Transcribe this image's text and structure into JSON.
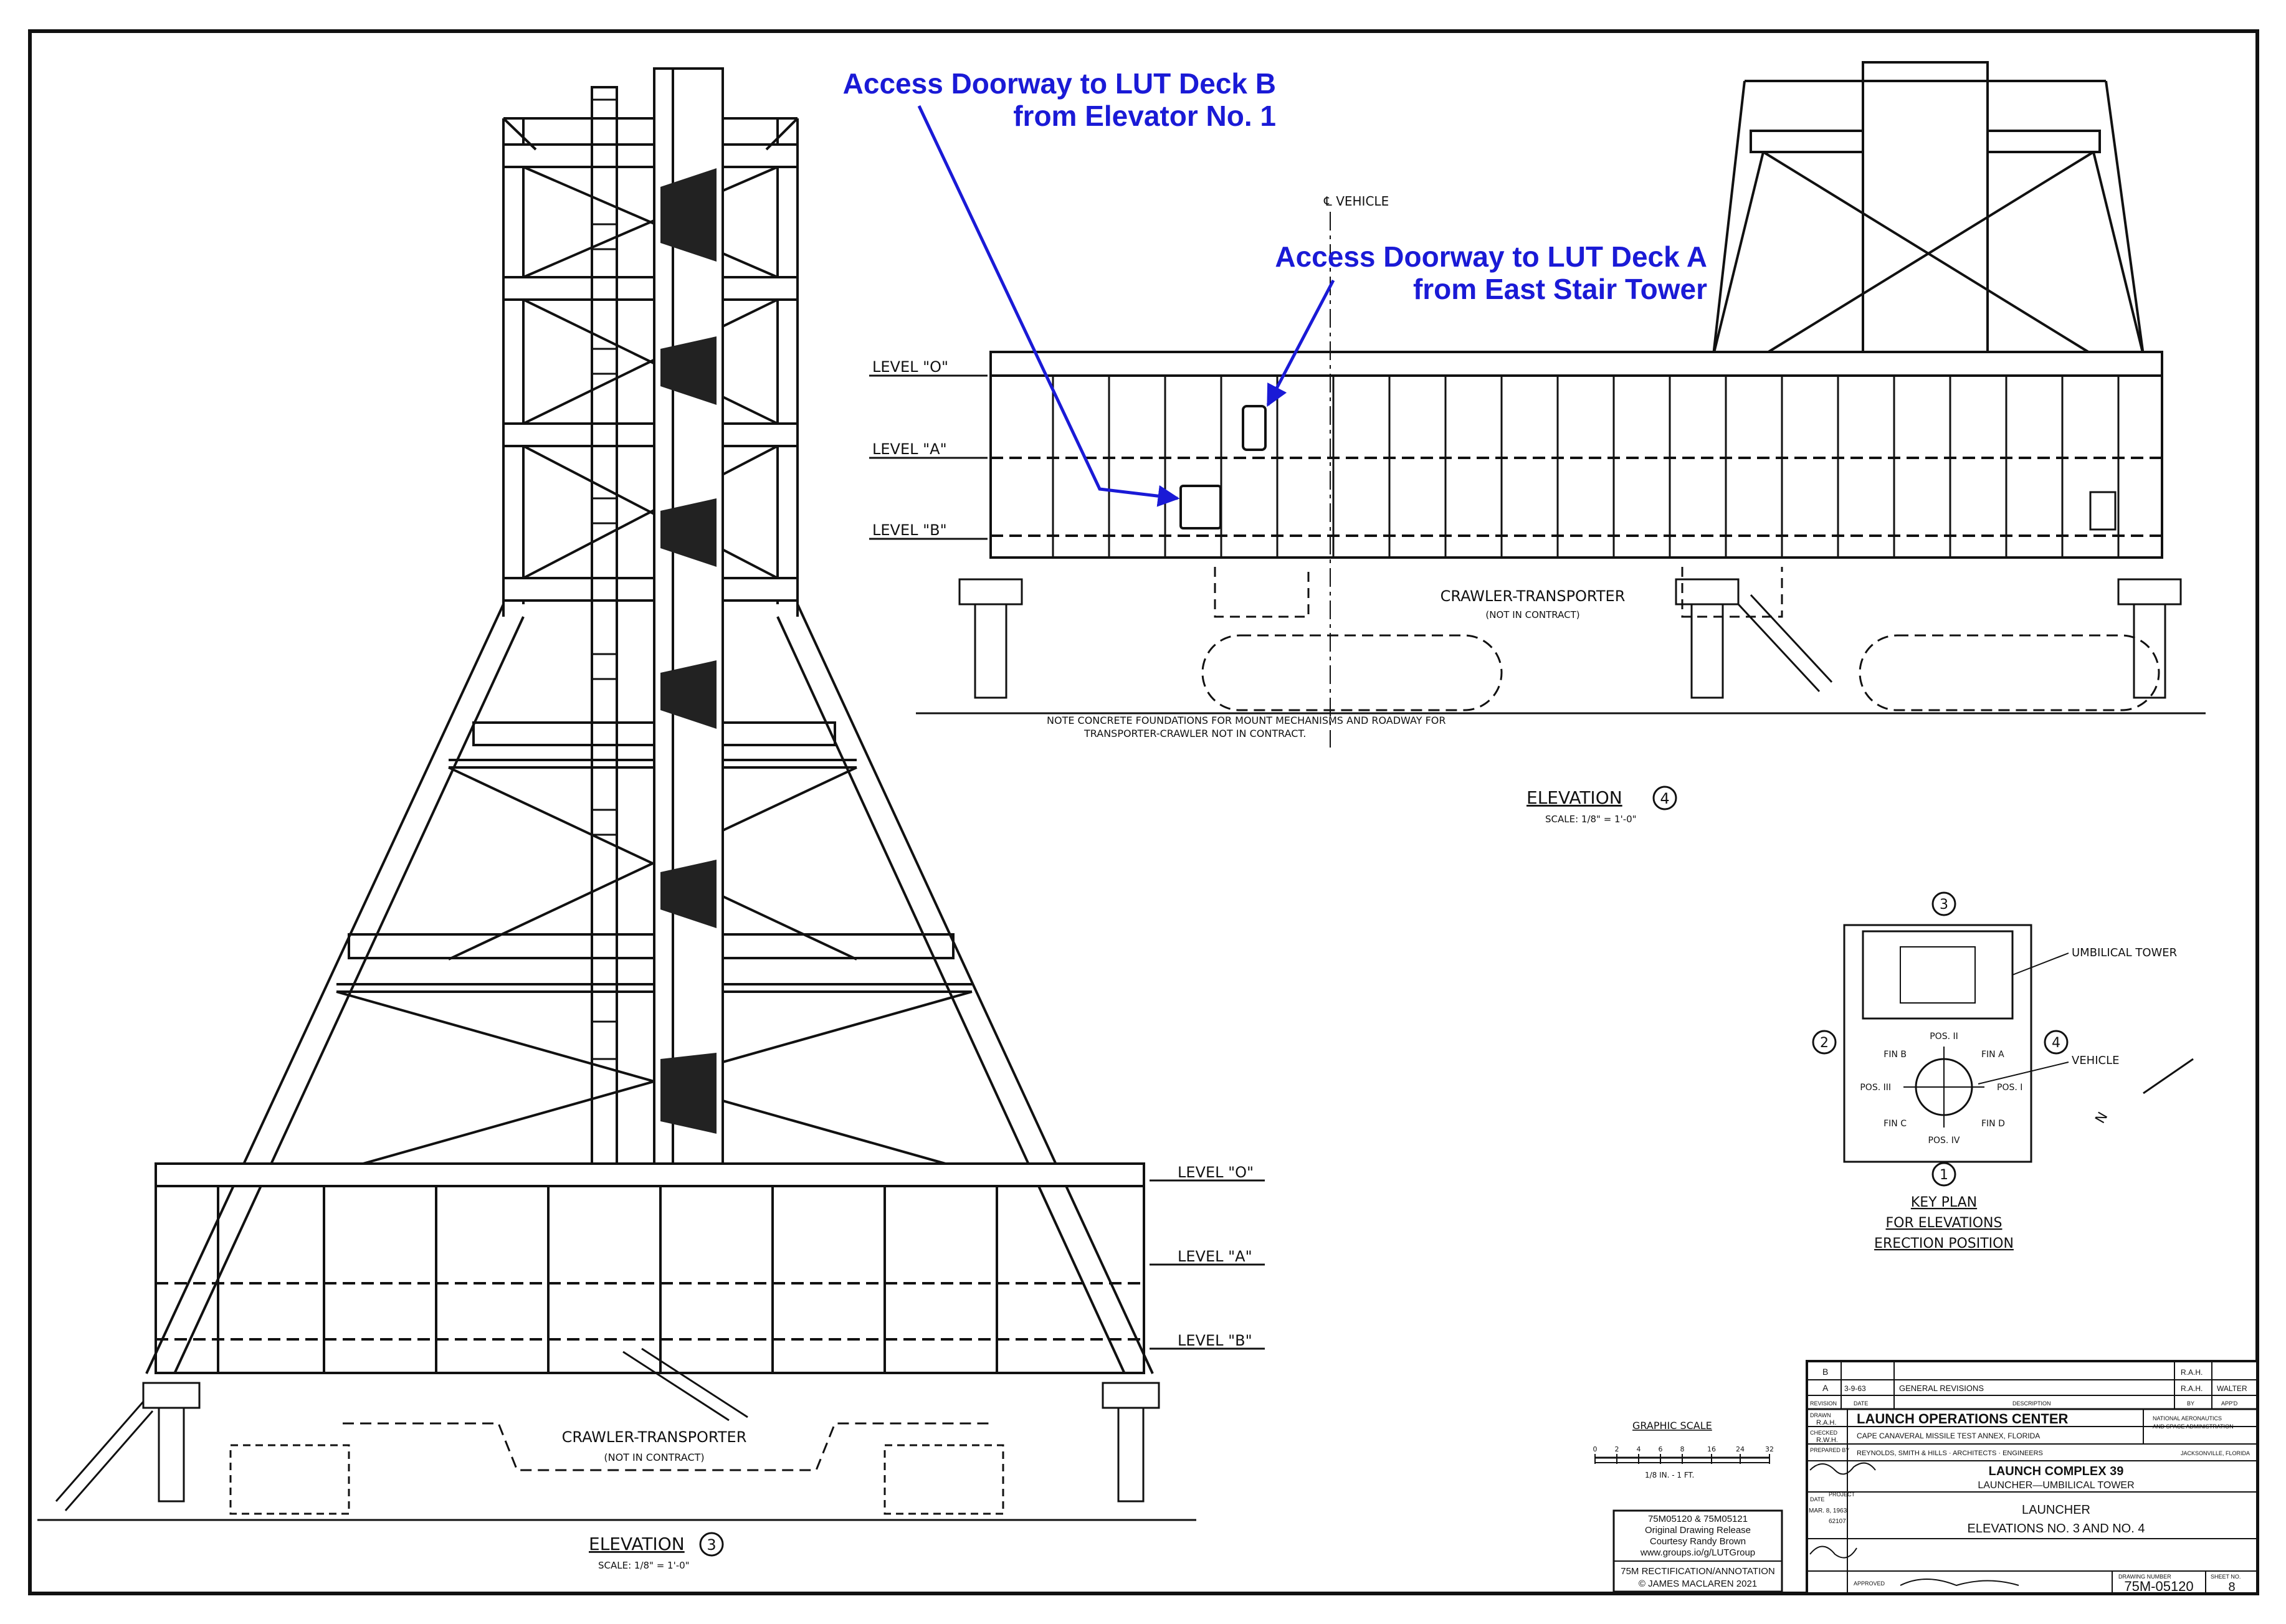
{
  "annotations": {
    "deck_b_line1": "Access Doorway to LUT Deck B",
    "deck_b_line2": "from Elevator No. 1",
    "deck_a_line1": "Access Doorway to LUT Deck A",
    "deck_a_line2": "from East Stair Tower",
    "color": "#1a1ad6"
  },
  "elevation4": {
    "vehicle_label": "℄ VEHICLE",
    "levels": [
      "LEVEL \"O\"",
      "LEVEL \"A\"",
      "LEVEL \"B\""
    ],
    "crawler_label": "CRAWLER-TRANSPORTER",
    "crawler_note": "(NOT IN CONTRACT)",
    "note_line1": "NOTE CONCRETE FOUNDATIONS FOR MOUNT MECHANISMS AND ROADWAY FOR",
    "note_line2": "TRANSPORTER-CRAWLER NOT IN CONTRACT.",
    "title": "ELEVATION",
    "number": "4",
    "scale": "SCALE: 1/8\" = 1'-0\""
  },
  "elevation3": {
    "levels": [
      "LEVEL \"O\"",
      "LEVEL \"A\"",
      "LEVEL \"B\""
    ],
    "crawler_label": "CRAWLER-TRANSPORTER",
    "crawler_note": "(NOT IN CONTRACT)",
    "title": "ELEVATION",
    "number": "3",
    "scale": "SCALE: 1/8\" = 1'-0\""
  },
  "key_plan": {
    "umbilical_tower": "UMBILICAL TOWER",
    "vehicle": "VEHICLE",
    "markers": [
      "3",
      "2",
      "4",
      "1"
    ],
    "positions": [
      "POS. II",
      "POS. I",
      "POS. III",
      "POS. IV"
    ],
    "fins": [
      "FIN A",
      "FIN B",
      "FIN C",
      "FIN D"
    ],
    "title_line1": "KEY PLAN",
    "title_line2": "FOR ELEVATIONS",
    "title_line3": "ERECTION POSITION",
    "north": "N"
  },
  "graphic_scale": {
    "title": "GRAPHIC SCALE",
    "ticks": [
      "0",
      "2",
      "4",
      "6",
      "8",
      "16",
      "24",
      "32"
    ],
    "caption": "1/8 IN. - 1 FT."
  },
  "credits": {
    "line1": "75M05120 & 75M05121",
    "line2": "Original Drawing Release",
    "line3": "Courtesy Randy Brown",
    "line4": "www.groups.io/g/LUTGroup",
    "line5": "75M RECTIFICATION/ANNOTATION",
    "line6": "© JAMES MACLAREN 2021"
  },
  "title_block": {
    "rev_b": "B",
    "rev_a": "A",
    "rev_a_date": "3-9-63",
    "rev_a_desc": "GENERAL REVISIONS",
    "rev_b_by": "R.A.H.",
    "rev_a_by": "R.A.H.",
    "rev_a_appd": "WALTER",
    "col_revision": "REVISION",
    "col_date": "DATE",
    "col_description": "DESCRIPTION",
    "col_by": "BY",
    "col_appd": "APP'D",
    "org": "LAUNCH OPERATIONS CENTER",
    "agency_line1": "NATIONAL AERONAUTICS",
    "agency_line2": "AND SPACE ADMINISTRATION",
    "location": "CAPE CANAVERAL MISSILE TEST ANNEX, FLORIDA",
    "firm": "REYNOLDS, SMITH & HILLS · ARCHITECTS · ENGINEERS",
    "firm_city": "JACKSONVILLE, FLORIDA",
    "drawn_label": "DRAWN",
    "drawn_by": "R.A.H.",
    "checked_label": "CHECKED",
    "checked_by": "R.W.H.",
    "prepared_label": "PREPARED BY",
    "date_label": "DATE",
    "date_value": "MAR. 8, 1963",
    "project_label": "PROJECT",
    "project_value": "62107",
    "project_title": "LAUNCH COMPLEX 39",
    "subtitle": "LAUNCHER—UMBILICAL TOWER",
    "sheet_title1": "LAUNCHER",
    "sheet_title2": "ELEVATIONS NO. 3 AND NO. 4",
    "drawing_number_label": "DRAWING NUMBER",
    "drawing_number": "75M-05120",
    "sheet_no_label": "SHEET NO.",
    "sheet_no": "8",
    "approved_label": "APPROVED"
  }
}
